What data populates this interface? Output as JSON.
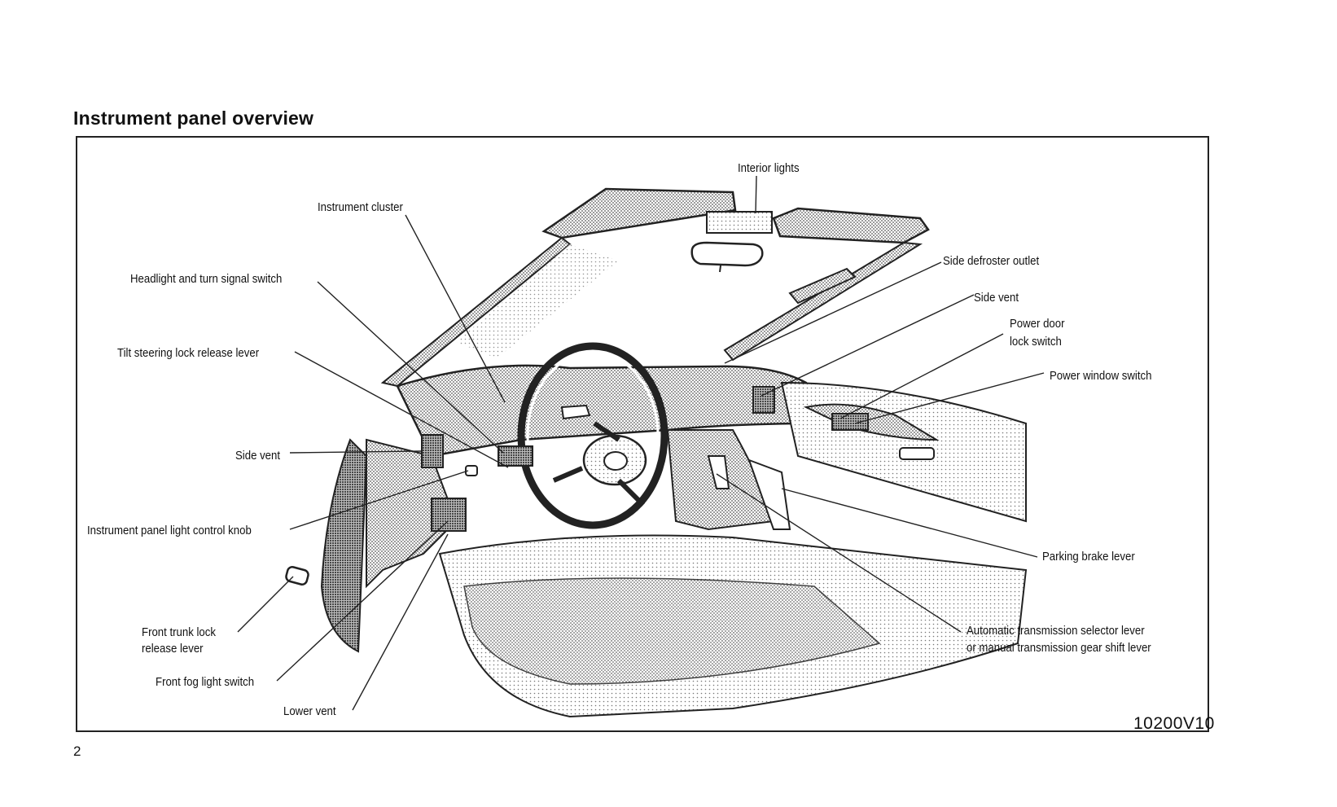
{
  "page": {
    "title": "Instrument panel overview",
    "page_number": "2",
    "figure_code": "10200V10"
  },
  "labels": {
    "interior_lights": "Interior lights",
    "instrument_cluster": "Instrument cluster",
    "headlight_switch": "Headlight and turn signal switch",
    "tilt_steering": "Tilt steering lock release lever",
    "side_vent_left": "Side vent",
    "panel_light_knob": "Instrument panel light control knob",
    "front_trunk_1": "Front trunk lock",
    "front_trunk_2": "release lever",
    "fog_light": "Front fog light switch",
    "lower_vent": "Lower vent",
    "side_defroster": "Side defroster outlet",
    "side_vent_right": "Side vent",
    "power_door_1": "Power door",
    "power_door_2": "lock switch",
    "power_window": "Power window switch",
    "parking_brake": "Parking brake lever",
    "transmission_1": "Automatic transmission selector lever",
    "transmission_2": "or manual transmission gear shift lever"
  }
}
